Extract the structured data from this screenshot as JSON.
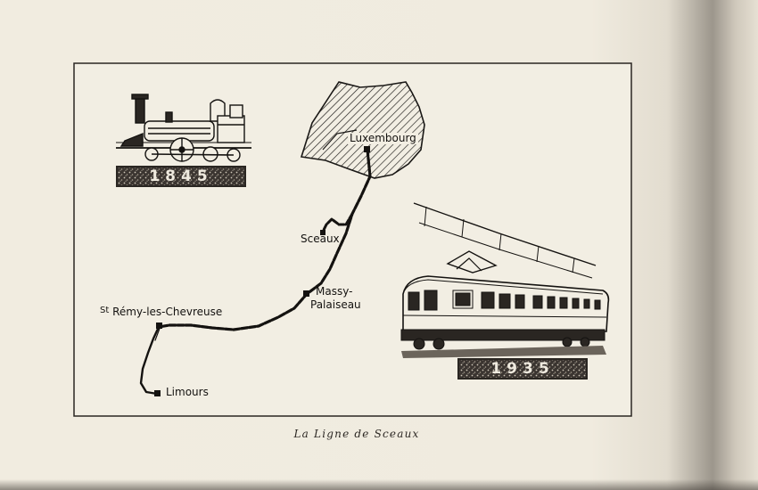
{
  "map": {
    "caption": "La Ligne de Sceaux",
    "stations": {
      "luxembourg": "Luxembourg",
      "sceaux": "Sceaux",
      "massy_line1": "Massy-",
      "massy_line2": "Palaiseau",
      "st_remy_prefix": "St",
      "st_remy_rest": " Rémy-les-Chevreuse",
      "limours": "Limours"
    },
    "years": {
      "steam": "1845",
      "electric": "1935"
    }
  },
  "colors": {
    "paper": "#f2eee3",
    "ink": "#141210"
  },
  "icons": [
    "steam-locomotive-icon",
    "electric-train-icon",
    "paris-map-icon"
  ]
}
